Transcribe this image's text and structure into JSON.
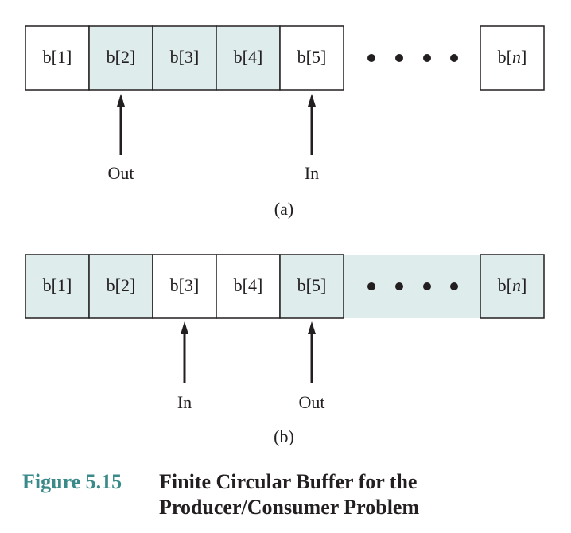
{
  "colors": {
    "shaded": "#deecec",
    "stroke": "#231f20",
    "caption_number": "#3a8a8a"
  },
  "ellipsis_icon": "four-dots",
  "buffers": [
    {
      "id": "a",
      "sublabel": "(a)",
      "cells": [
        {
          "label": "b[1]",
          "shaded": false
        },
        {
          "label": "b[2]",
          "shaded": true
        },
        {
          "label": "b[3]",
          "shaded": true
        },
        {
          "label": "b[4]",
          "shaded": true
        },
        {
          "label": "b[5]",
          "shaded": false
        },
        {
          "label": "",
          "ellipsis": true,
          "shaded": false
        },
        {
          "label": "b[n]",
          "shaded": false
        }
      ],
      "pointers": [
        {
          "label": "Out",
          "cell_index": 1
        },
        {
          "label": "In",
          "cell_index": 4
        }
      ]
    },
    {
      "id": "b",
      "sublabel": "(b)",
      "cells": [
        {
          "label": "b[1]",
          "shaded": true
        },
        {
          "label": "b[2]",
          "shaded": true
        },
        {
          "label": "b[3]",
          "shaded": false
        },
        {
          "label": "b[4]",
          "shaded": false
        },
        {
          "label": "b[5]",
          "shaded": true
        },
        {
          "label": "",
          "ellipsis": true,
          "shaded": true
        },
        {
          "label": "b[n]",
          "shaded": true
        }
      ],
      "pointers": [
        {
          "label": "In",
          "cell_index": 2
        },
        {
          "label": "Out",
          "cell_index": 4
        }
      ]
    }
  ],
  "caption": {
    "number": "Figure 5.15",
    "title_line1": "Finite Circular Buffer for the",
    "title_line2": "Producer/Consumer Problem"
  }
}
